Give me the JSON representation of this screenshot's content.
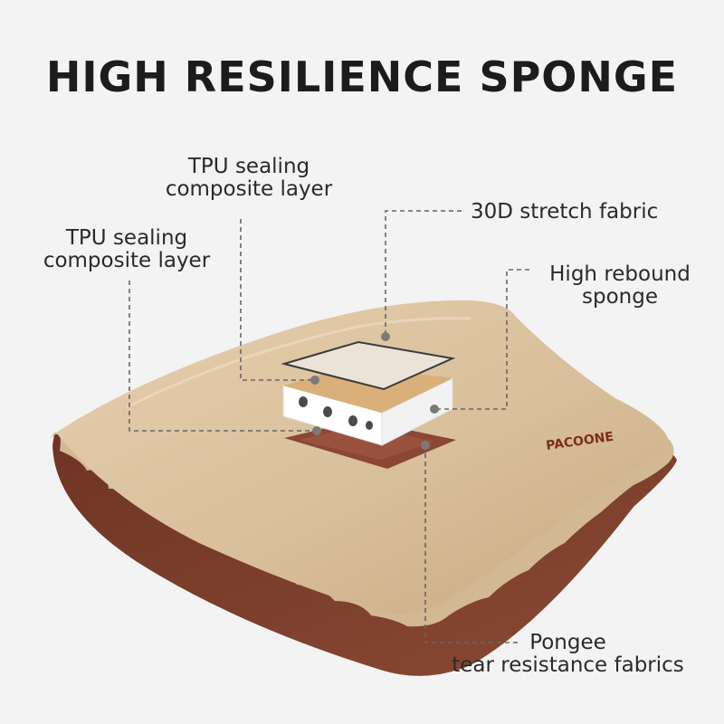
{
  "title": "HIGH RESILIENCE SPONGE",
  "brand": "PACOONE",
  "labels": {
    "tpu_top": [
      "TPU sealing",
      "composite layer"
    ],
    "tpu_left": [
      "TPU sealing",
      "composite layer"
    ],
    "stretch_fabric": [
      "30D stretch fabric"
    ],
    "rebound_sponge": [
      "High rebound",
      "sponge"
    ],
    "pongee": [
      "Pongee",
      "tear resistance fabrics"
    ]
  },
  "colors": {
    "background": "#f3f3f3",
    "pillow_top": "#dcc3a2",
    "pillow_bottom": "#7a3f2b",
    "leader_line": "#666666"
  }
}
